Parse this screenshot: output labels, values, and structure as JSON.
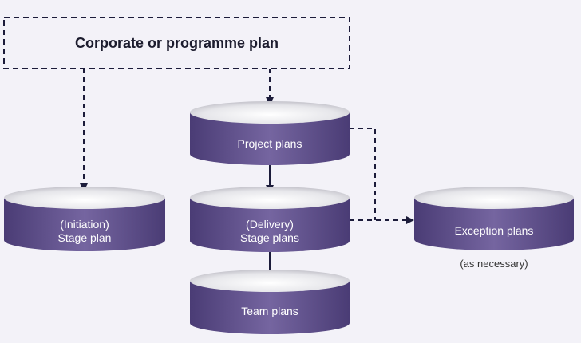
{
  "top_box": {
    "label": "Corporate or programme plan"
  },
  "nodes": {
    "project": {
      "line1": "Project plans",
      "line2": ""
    },
    "initiation": {
      "line1": "(Initiation)",
      "line2": "Stage plan"
    },
    "delivery": {
      "line1": "(Delivery)",
      "line2": "Stage plans"
    },
    "exception": {
      "line1": "Exception plans",
      "line2": ""
    },
    "team": {
      "line1": "Team plans",
      "line2": ""
    }
  },
  "notes": {
    "exception": "(as necessary)"
  },
  "colors": {
    "cylinder_body": "#5a4b87",
    "cylinder_body_highlight": "#7a6aa6",
    "cylinder_top": "#e9e9ec",
    "arrow": "#1c1c3a",
    "background_band": "#f3f2f8"
  }
}
